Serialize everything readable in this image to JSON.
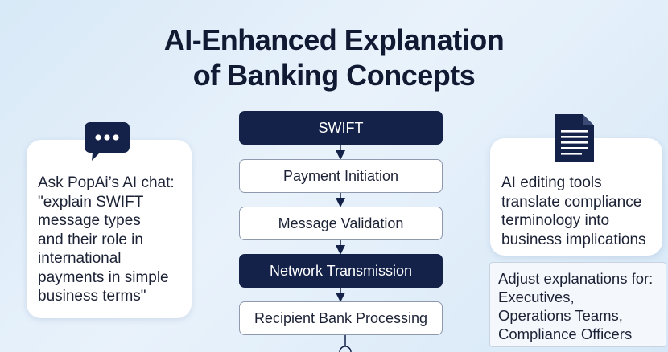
{
  "title": {
    "line1": "AI-Enhanced Explanation",
    "line2": "of Banking Concepts"
  },
  "left_card": {
    "icon": "chat-bubble-icon",
    "lines": [
      "Ask PopAi’s AI chat:",
      "\"explain SWIFT",
      "message types",
      "and their role in",
      "international",
      "payments in simple",
      "business terms\""
    ]
  },
  "flow": {
    "steps": [
      {
        "label": "SWIFT",
        "style": "dark"
      },
      {
        "label": "Payment Initiation",
        "style": "light"
      },
      {
        "label": "Message Validation",
        "style": "light"
      },
      {
        "label": "Network Transmission",
        "style": "dark"
      },
      {
        "label": "Recipient Bank Processing",
        "style": "light"
      }
    ]
  },
  "right_card": {
    "icon": "document-icon",
    "lines": [
      "AI editing tools",
      "translate compliance",
      "terminology into",
      "business implications"
    ]
  },
  "audience": {
    "label": "Adjust explanations for:",
    "items": [
      "Executives,",
      "Operations Teams,",
      "Compliance Officers"
    ]
  },
  "colors": {
    "navy": "#14224a",
    "card": "#ffffff",
    "background": "#e3eef9"
  }
}
